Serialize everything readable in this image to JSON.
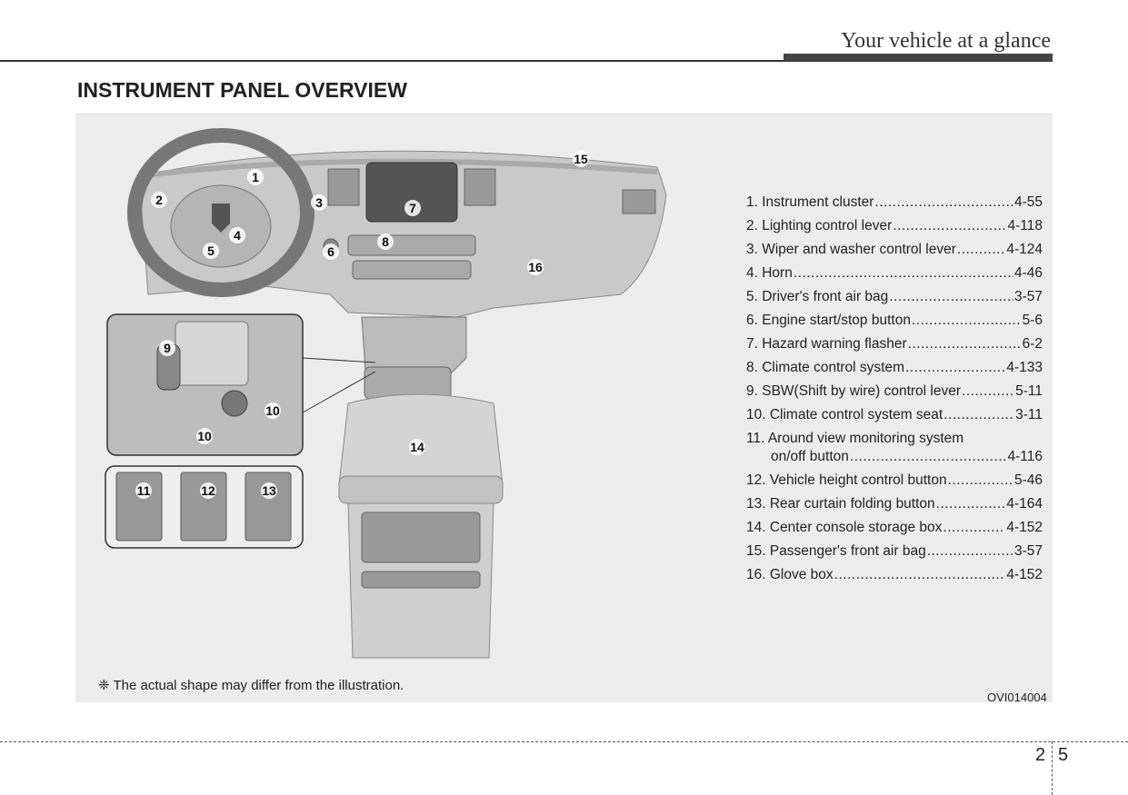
{
  "header": {
    "section_title": "Your vehicle at a glance"
  },
  "heading": "INSTRUMENT PANEL OVERVIEW",
  "callouts": [
    "1",
    "2",
    "3",
    "4",
    "5",
    "6",
    "7",
    "8",
    "9",
    "10",
    "11",
    "12",
    "13",
    "14",
    "15",
    "16"
  ],
  "items": [
    {
      "label": "1. Instrument cluster",
      "page": "4-55"
    },
    {
      "label": "2. Lighting control lever",
      "page": "4-118"
    },
    {
      "label": "3. Wiper and washer control lever",
      "page": "4-124"
    },
    {
      "label": "4. Horn",
      "page": "4-46"
    },
    {
      "label": "5. Driver's front air bag",
      "page": "3-57"
    },
    {
      "label": "6. Engine start/stop button",
      "page": "5-6"
    },
    {
      "label": "7. Hazard warning flasher",
      "page": "6-2"
    },
    {
      "label": "8. Climate control system",
      "page": "4-133"
    },
    {
      "label": "9. SBW(Shift by wire) control lever",
      "page": "5-11"
    },
    {
      "label": "10. Climate control system seat",
      "page": "3-11"
    },
    {
      "label": "11. Around view monitoring system",
      "label2": "on/off button",
      "page": "4-116"
    },
    {
      "label": "12. Vehicle height control button",
      "page": "5-46"
    },
    {
      "label": "13. Rear curtain folding button",
      "page": "4-164"
    },
    {
      "label": "14. Center console storage box",
      "page": "4-152"
    },
    {
      "label": "15. Passenger's front air bag",
      "page": "3-57"
    },
    {
      "label": "16. Glove box",
      "page": "4-152"
    }
  ],
  "note": "❈ The actual shape may differ from the illustration.",
  "figure_code": "OVI014004",
  "page_number": {
    "chapter": "2",
    "page": "5"
  }
}
